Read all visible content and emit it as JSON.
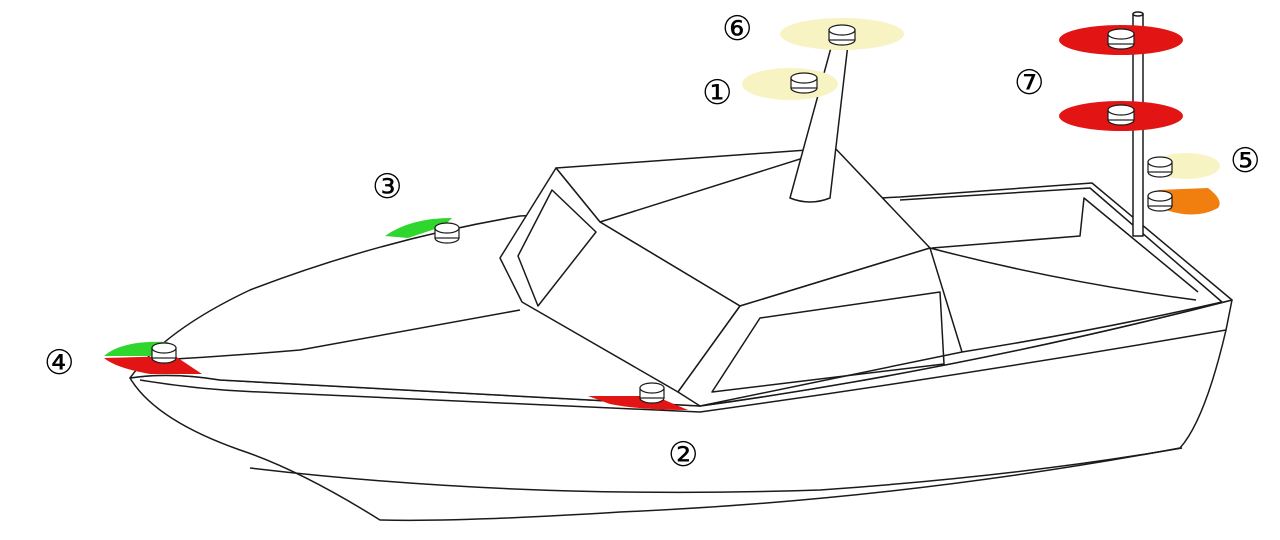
{
  "colors": {
    "background": "#ffffff",
    "outline": "#1a1a1a",
    "white_light": "#f8f3c2",
    "red_light": "#e31414",
    "green_light": "#2ed62e",
    "orange_light": "#f07f10"
  },
  "labels": {
    "masthead_light": "①",
    "port_sidelight": "②",
    "starboard_sidelight": "③",
    "bow_combination_light": "④",
    "stern_lights": "⑤",
    "all_round_white": "⑥",
    "all_round_red": "⑦"
  },
  "lights": [
    {
      "id": "masthead-white",
      "color": "white_light"
    },
    {
      "id": "all-round-white-top",
      "color": "white_light"
    },
    {
      "id": "all-round-red-upper",
      "color": "red_light"
    },
    {
      "id": "all-round-red-lower",
      "color": "red_light"
    },
    {
      "id": "stern-white",
      "color": "white_light"
    },
    {
      "id": "towing-orange",
      "color": "orange_light"
    },
    {
      "id": "starboard-green",
      "color": "green_light"
    },
    {
      "id": "bow-green",
      "color": "green_light"
    },
    {
      "id": "bow-red",
      "color": "red_light"
    },
    {
      "id": "port-red",
      "color": "red_light"
    }
  ]
}
